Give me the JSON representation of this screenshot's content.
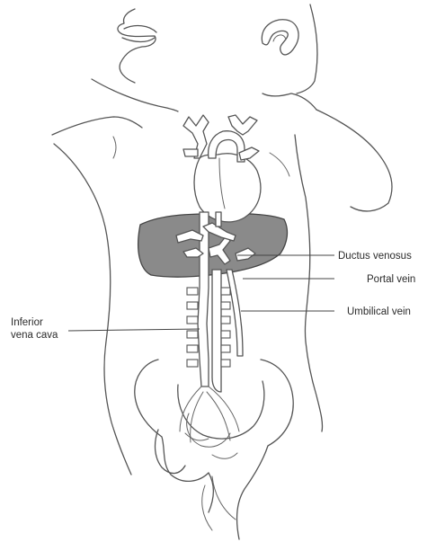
{
  "labels": {
    "ductus_venosus": "Ductus venosus",
    "portal_vein": "Portal vein",
    "umbilical_vein": "Umbilical vein",
    "inferior_vena_cava_line1": "Inferior",
    "inferior_vena_cava_line2": "vena cava"
  },
  "colors": {
    "liver_fill": "#8a8a8a",
    "line": "#555555",
    "background": "#ffffff"
  }
}
